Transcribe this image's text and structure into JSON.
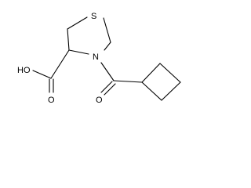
{
  "molecule": {
    "atoms": {
      "sulfur": "S",
      "nitrogen": "N",
      "hydroxyl": "HO",
      "acid_oxygen": "O",
      "ketone_oxygen": "O"
    }
  }
}
